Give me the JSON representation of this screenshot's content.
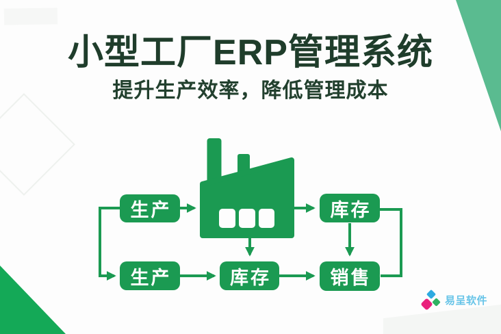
{
  "header": {
    "title": "小型工厂ERP管理系统",
    "subtitle": "提升生产效率，降低管理成本"
  },
  "diagram": {
    "nodes": {
      "production_top": {
        "label": "生产"
      },
      "inventory_top": {
        "label": "库存"
      },
      "production_bottom": {
        "label": "生产"
      },
      "inventory_bottom": {
        "label": "库存"
      },
      "sales_bottom": {
        "label": "销售"
      }
    },
    "center_icon": "factory-icon",
    "flows": [
      {
        "from": "production_top",
        "to": "factory",
        "arrow": true
      },
      {
        "from": "factory",
        "to": "inventory_top",
        "arrow": true
      },
      {
        "from": "production_top",
        "to": "production_bottom",
        "arrow": true,
        "route": "left-loop"
      },
      {
        "from": "production_bottom",
        "to": "inventory_bottom",
        "arrow": true
      },
      {
        "from": "inventory_bottom",
        "to": "sales_bottom",
        "arrow": true
      },
      {
        "from": "factory",
        "to": "inventory_bottom",
        "arrow": true
      },
      {
        "from": "inventory_top",
        "to": "sales_bottom",
        "arrow": true
      },
      {
        "from": "inventory_top",
        "to": "sales_bottom",
        "arrow": false,
        "route": "right-loop"
      }
    ]
  },
  "logo": {
    "text": "易呈软件",
    "icon": "three-diamond-logo",
    "icon_colors": {
      "blue": "#2daae1",
      "green": "#2eb261",
      "magenta": "#e9217c"
    },
    "text_color": "#67c4e8"
  },
  "colors": {
    "background": "#fdfdfd",
    "title_text": "#1f3d2b",
    "diagram_green": "#1b9a52",
    "box_text": "#ffffff",
    "corner_top_right": "#5abb90",
    "corner_bottom_left": "#14a957"
  }
}
